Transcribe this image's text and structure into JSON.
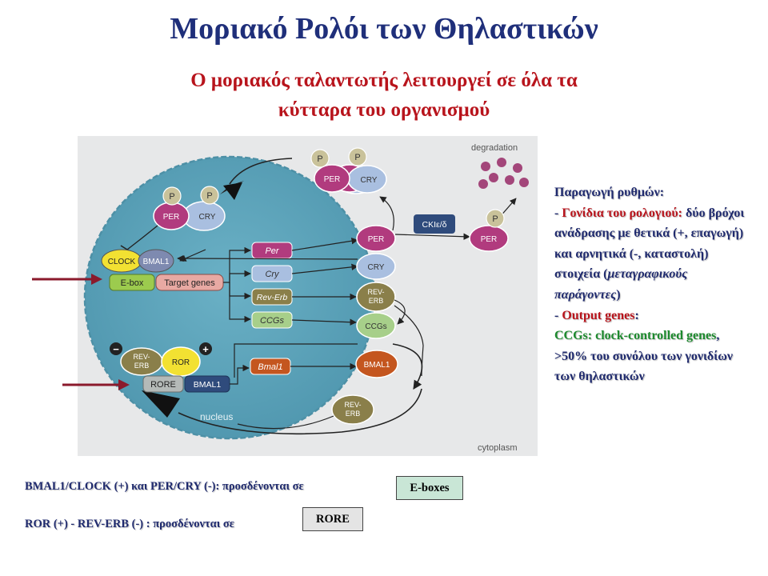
{
  "title": "Μοριακό Ρολόι των Θηλαστικών",
  "subtitle_line1": "Ο μοριακός ταλαντωτής λειτουργεί σε όλα τα",
  "subtitle_line2": "κύτταρα του οργανισμού",
  "diagram": {
    "degradation": "degradation",
    "cytoplasm": "cytoplasm",
    "nucleus": "nucleus",
    "p": "P",
    "per": "PER",
    "cry": "CRY",
    "clock": "CLOCK",
    "bmal1": "BMAL1",
    "ebox": "E-box",
    "target_genes": "Target genes",
    "gene_per": "Per",
    "gene_cry": "Cry",
    "gene_reverb": "Rev-Erb",
    "gene_ccgs": "CCGs",
    "gene_bmal1": "Bmal1",
    "rev": "REV-",
    "erb": "ERB",
    "ccgs": "CCGs",
    "ror": "ROR",
    "rore": "RORE",
    "ck": "CKIε/δ",
    "minus": "−",
    "plus": "+"
  },
  "side": {
    "heading": "Παραγωγή ρυθμών:",
    "dash1": "- ",
    "clock_genes": "Γονίδια του ρολογιού:",
    "desc1": "δύο βρόχοι ανάδρασης με θετικά (+, επαγωγή) και αρνητικά (-, καταστολή) στοιχεία (",
    "desc_it": "μεταγραφικούς παράγοντες",
    "desc2": ")",
    "dash2": "- ",
    "output": "Output genes",
    "colon": ":",
    "ccgs_line": "CCGs: clock-controlled genes",
    "desc3": ", >50% του συνόλου των γονιδίων των θηλαστικών"
  },
  "bottom": {
    "line1": "BMAL1/CLOCK (+)  και PER/CRY (-): προσδένονται σε",
    "box1": "E-boxes",
    "line2": "ROR (+) - REV-ERB (-) : προσδένονται σε",
    "box2": "RORE"
  },
  "colors": {
    "title": "#1f2f7a",
    "subtitle": "#b8141c",
    "nucleus": "#5fa6bd",
    "per": "#b13b7e",
    "cry": "#a9bfe0",
    "phospho": "#c9c29a",
    "reverb": "#8a7f4a",
    "ccgs": "#a7cf8a",
    "bmal1": "#c4561f",
    "arrow": "#8b1a2c",
    "box1": "#c9e6d6",
    "box2": "#e4e4e4"
  }
}
